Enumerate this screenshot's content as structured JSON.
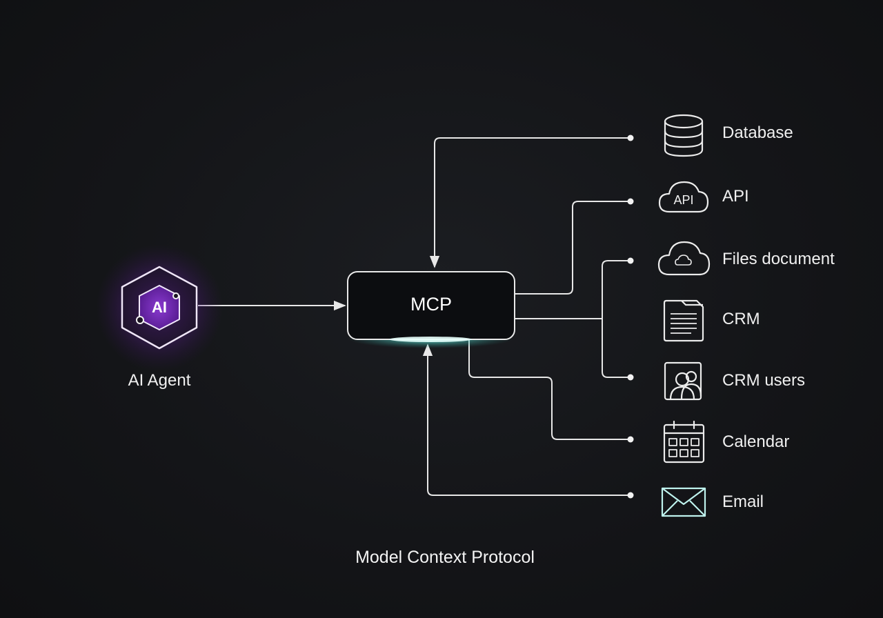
{
  "agent": {
    "badge_text": "AI",
    "label": "AI Agent",
    "glow_color": "#7b2fbf",
    "icon": "ai-hexagon-icon"
  },
  "mcp": {
    "label": "MCP",
    "glow_color": "#5fe3d6"
  },
  "caption": "Model Context Protocol",
  "resources": [
    {
      "label": "Database",
      "icon": "database-icon"
    },
    {
      "label": "API",
      "icon": "api-cloud-icon",
      "icon_text": "API"
    },
    {
      "label": "Files document",
      "icon": "cloud-files-icon"
    },
    {
      "label": "CRM",
      "icon": "document-icon"
    },
    {
      "label": "CRM users",
      "icon": "users-icon"
    },
    {
      "label": "Calendar",
      "icon": "calendar-icon"
    },
    {
      "label": "Email",
      "icon": "email-icon"
    }
  ],
  "colors": {
    "background": "#141518",
    "line": "#e8e8e8",
    "text": "#f0f0f0",
    "email_icon": "#bff3ee"
  }
}
